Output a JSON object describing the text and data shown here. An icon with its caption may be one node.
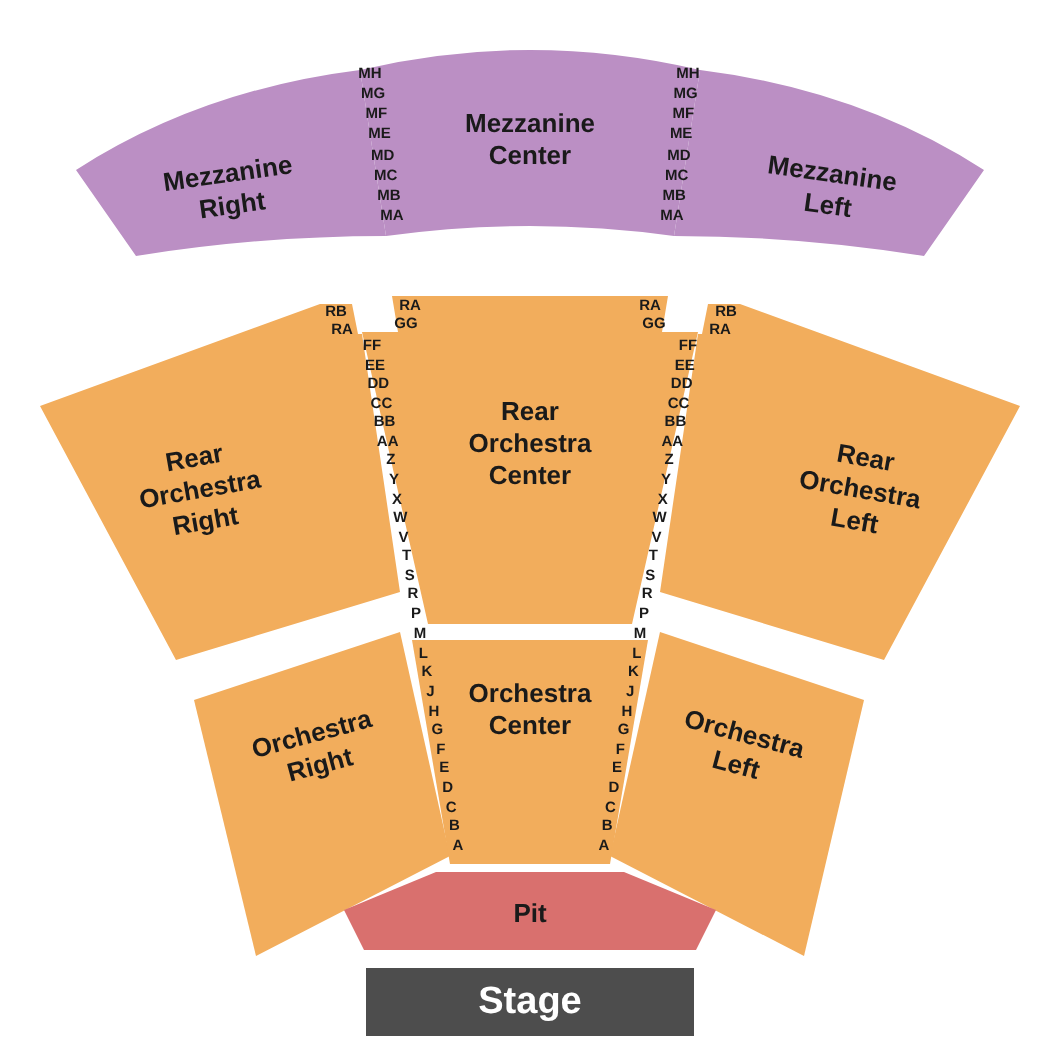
{
  "diagram": {
    "nodes": [
      {
        "text": [
          "Mezzanine Right"
        ]
      },
      {
        "text": [
          "Mezzanine Center"
        ]
      },
      {
        "text": [
          "Mezzanine Left"
        ]
      },
      {
        "text": [
          "Rear Orchestra Right"
        ]
      },
      {
        "text": [
          "Rear Orchestra Center"
        ]
      },
      {
        "text": [
          "Rear Orchestra Left"
        ]
      },
      {
        "text": [
          "Orchestra Right"
        ]
      },
      {
        "text": [
          "Orchestra Center"
        ]
      },
      {
        "text": [
          "Orchestra Left"
        ]
      },
      {
        "text": [
          "Pit"
        ]
      },
      {
        "text": [
          "Stage"
        ]
      }
    ],
    "labels": [
      "MH",
      "MG",
      "MF",
      "ME",
      "MD",
      "MC",
      "MB",
      "MA",
      "MH",
      "MG",
      "MF",
      "ME",
      "MD",
      "MC",
      "MB",
      "MA",
      "RB",
      "RA",
      "RA",
      "GG",
      "FF",
      "EE",
      "DD",
      "CC",
      "BB",
      "AA",
      "Z",
      "Y",
      "X",
      "W",
      "V",
      "T",
      "S",
      "R",
      "P",
      "RA",
      "GG",
      "RB",
      "RA",
      "FF",
      "EE",
      "DD",
      "CC",
      "BB",
      "AA",
      "Z",
      "Y",
      "X",
      "W",
      "V",
      "T",
      "S",
      "R",
      "P",
      "M",
      "L",
      "K",
      "J",
      "H",
      "G",
      "F",
      "E",
      "D",
      "C",
      "B",
      "A",
      "M",
      "L",
      "K",
      "J",
      "H",
      "G",
      "F",
      "E",
      "D",
      "C",
      "B",
      "A"
    ]
  }
}
